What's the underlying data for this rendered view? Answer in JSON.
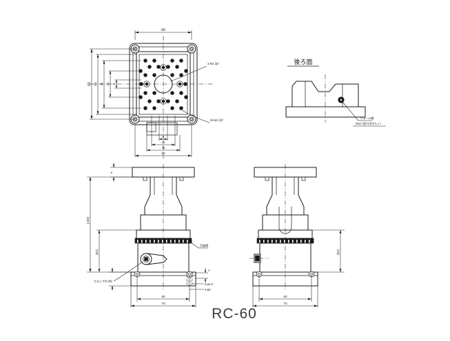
{
  "drawing": {
    "title": "RC-60",
    "rear_view_label": "後ろ面",
    "top_view": {
      "dims_horizontal_top": [
        "60"
      ],
      "dims_horizontal_bottom": [
        "8",
        "25",
        "40",
        "50"
      ],
      "dims_vertical_left": [
        "60",
        "50",
        "40",
        "25",
        "8"
      ],
      "callout_upper_right": "4-M4 深7",
      "callout_lower_right": "29-M4\n深7"
    },
    "rear_view": {
      "label": "後ろ面",
      "callout": "ウォーム軸",
      "callout_sub": "（M4六角穴付ボルト）"
    },
    "front_view": {
      "dims_vertical_left": [
        "(100)",
        "(62)"
      ],
      "dims_vertical_top": [
        "6"
      ],
      "dims_vertical_bottom": [
        "6"
      ],
      "dims_horizontal_bottom": [
        "60",
        "70"
      ],
      "callout_scale_ring": "目盛環",
      "callout_clamp": "クランプボルト",
      "callout_hole_a": "4-φ4.5",
      "callout_hole_b": "4-φ8",
      "dim_small_right": "4"
    },
    "side_view": {
      "dims_vertical_right": [
        "(62)"
      ],
      "dims_horizontal_bottom": [
        "60",
        "70"
      ]
    }
  }
}
